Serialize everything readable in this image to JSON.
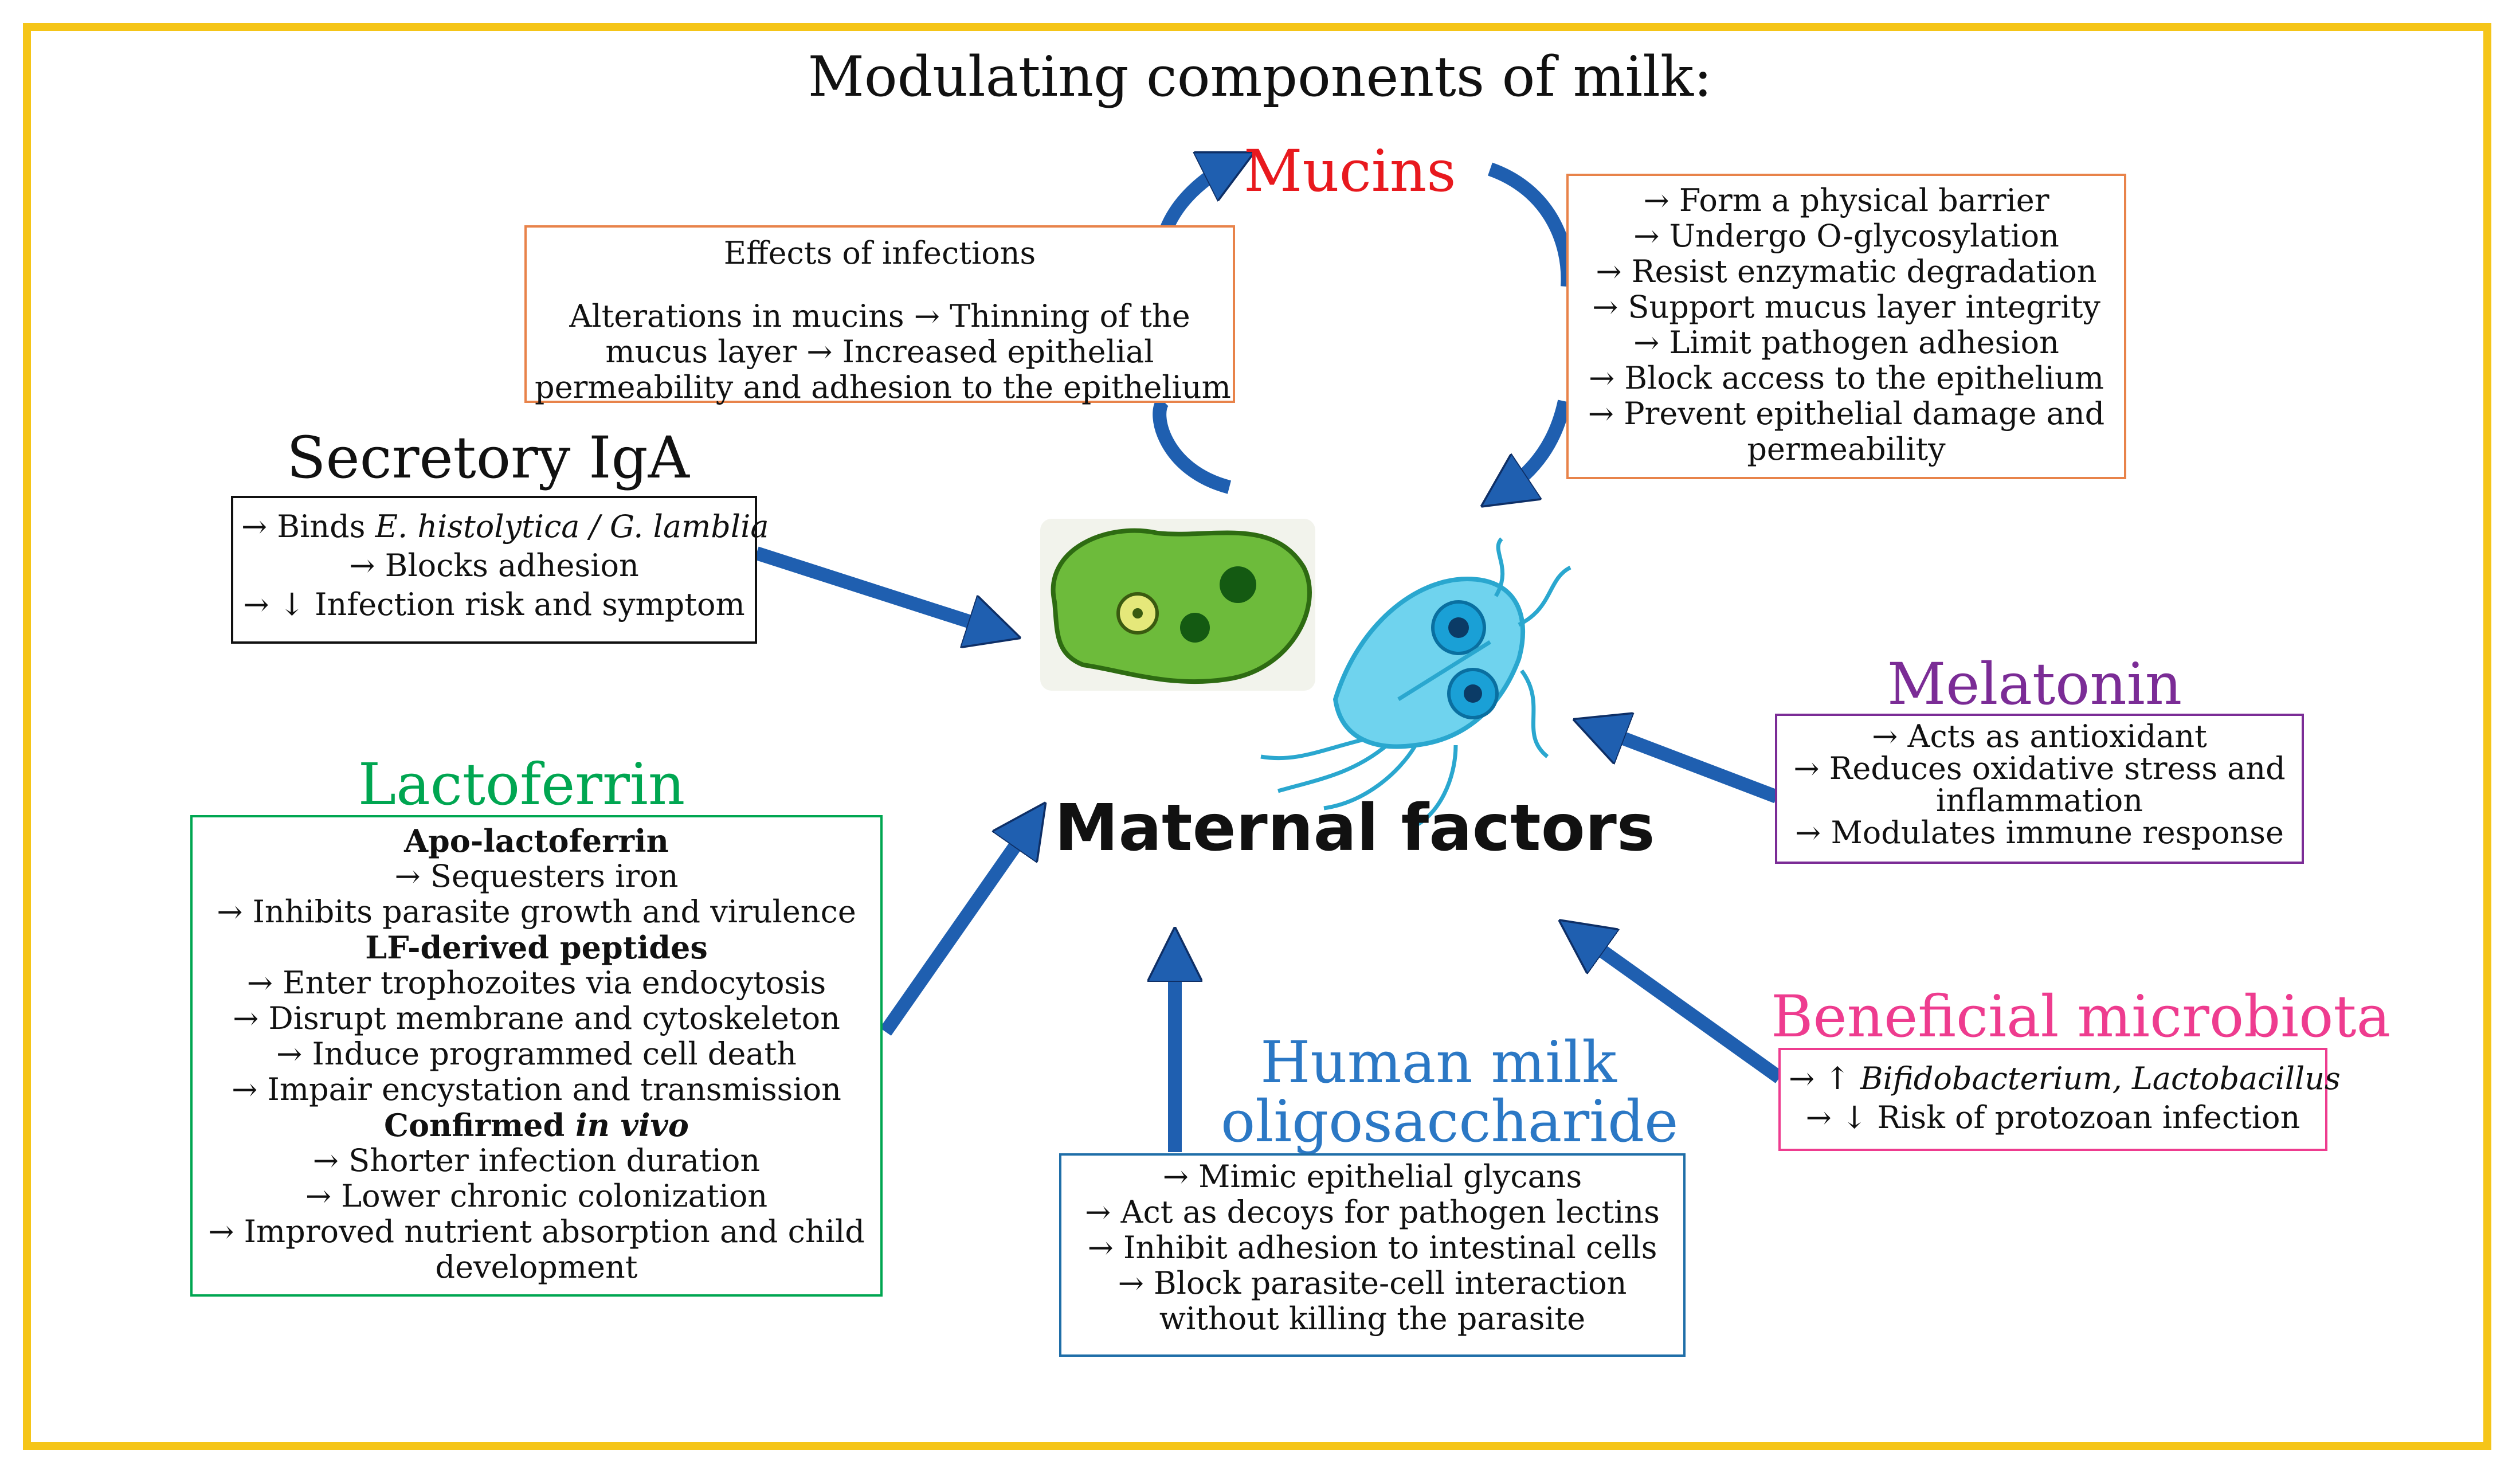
{
  "title": "Modulating components of milk:",
  "center_label": "Maternal factors",
  "colors": {
    "frame": "#f5c518",
    "arrow": "#1f5fb0",
    "mucins": "#e8191e",
    "lactoferrin": "#00a651",
    "melatonin": "#7b2c96",
    "microbiota": "#ee3c8f",
    "hmo": "#2b78c5",
    "iga": "#111111",
    "effects_box": "#e8834a"
  },
  "mucins": {
    "heading": "Mucins",
    "effects": {
      "title": "Effects of infections",
      "lines": [
        "Alterations in mucins → Thinning of the",
        "mucus layer → Increased epithelial",
        "permeability and adhesion to the epithelium"
      ]
    },
    "functions": [
      "→ Form a physical barrier",
      "→ Undergo O-glycosylation",
      "→ Resist enzymatic degradation",
      "→ Support mucus layer integrity",
      "→ Limit pathogen adhesion",
      "→ Block access to the epithelium",
      "→ Prevent epithelial damage and",
      "permeability"
    ]
  },
  "iga": {
    "heading": "Secretory IgA",
    "line1_prefix": "→ Binds ",
    "line1_italic": "E. histolytica / G. lamblia",
    "line2": "→ Blocks adhesion",
    "line3": "→ ↓ Infection risk and symptom"
  },
  "lactoferrin": {
    "heading": "Lactoferrin",
    "sub1": "Apo-lactoferrin",
    "sub1_lines": [
      "→ Sequesters iron",
      "→ Inhibits parasite growth and virulence"
    ],
    "sub2": "LF-derived peptides",
    "sub2_lines": [
      "→ Enter trophozoites via endocytosis",
      "→ Disrupt membrane and cytoskeleton",
      "→ Induce programmed cell death",
      "→ Impair encystation and transmission"
    ],
    "sub3_prefix": "Confirmed ",
    "sub3_italic": "in vivo",
    "sub3_lines": [
      "→ Shorter infection duration",
      "→ Lower chronic colonization",
      "→ Improved nutrient absorption and child",
      "development"
    ]
  },
  "melatonin": {
    "heading": "Melatonin",
    "lines": [
      "→ Acts as antioxidant",
      "→ Reduces oxidative stress and",
      "inflammation",
      "→ Modulates immune response"
    ]
  },
  "microbiota": {
    "heading": "Beneficial microbiota",
    "line1_prefix": "→ ↑ ",
    "line1_italic": "Bifidobacterium, Lactobacillus",
    "line2": "→ ↓ Risk of protozoan infection"
  },
  "hmo": {
    "heading_line1": "Human milk",
    "heading_line2": "oligosaccharide",
    "lines": [
      "→ Mimic epithelial glycans",
      "→ Act as decoys for pathogen lectins",
      "→ Inhibit adhesion to intestinal cells",
      "→ Block parasite-cell interaction",
      "without killing the parasite"
    ]
  }
}
